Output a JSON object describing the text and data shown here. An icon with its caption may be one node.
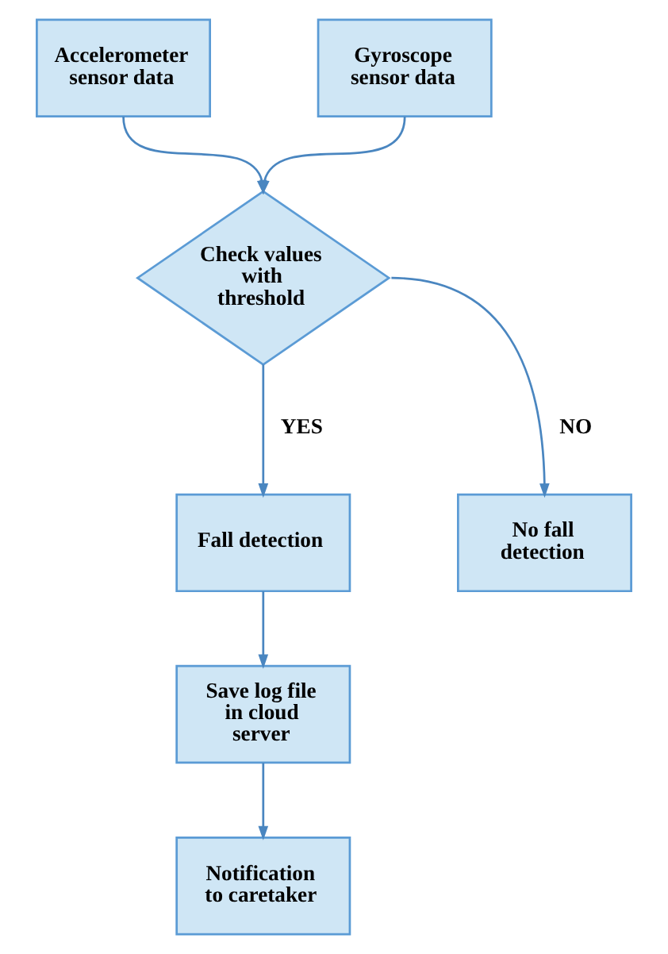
{
  "diagram": {
    "nodes": [
      {
        "text": [
          "Accelerometer sensor data"
        ]
      },
      {
        "text": [
          "Gyroscope sensor data"
        ]
      },
      {
        "text": [
          "Check values with threshold"
        ]
      },
      {
        "text": [
          "No fall detection"
        ]
      },
      {
        "text": [
          "Fall detection"
        ]
      },
      {
        "text": [
          "Save log file in cloud server"
        ]
      },
      {
        "text": [
          "Notification to caretaker"
        ]
      }
    ],
    "edges": [
      {
        "from": 0,
        "to": 2,
        "arrow": "to"
      },
      {
        "from": 1,
        "to": 2,
        "arrow": "to"
      },
      {
        "from": 2,
        "to": 3,
        "arrow": "to",
        "label": "NO"
      },
      {
        "from": 2,
        "to": 4,
        "arrow": "to",
        "label": "YES"
      },
      {
        "from": 4,
        "to": 5,
        "arrow": "to"
      },
      {
        "from": 5,
        "to": 6,
        "arrow": "to"
      }
    ]
  }
}
